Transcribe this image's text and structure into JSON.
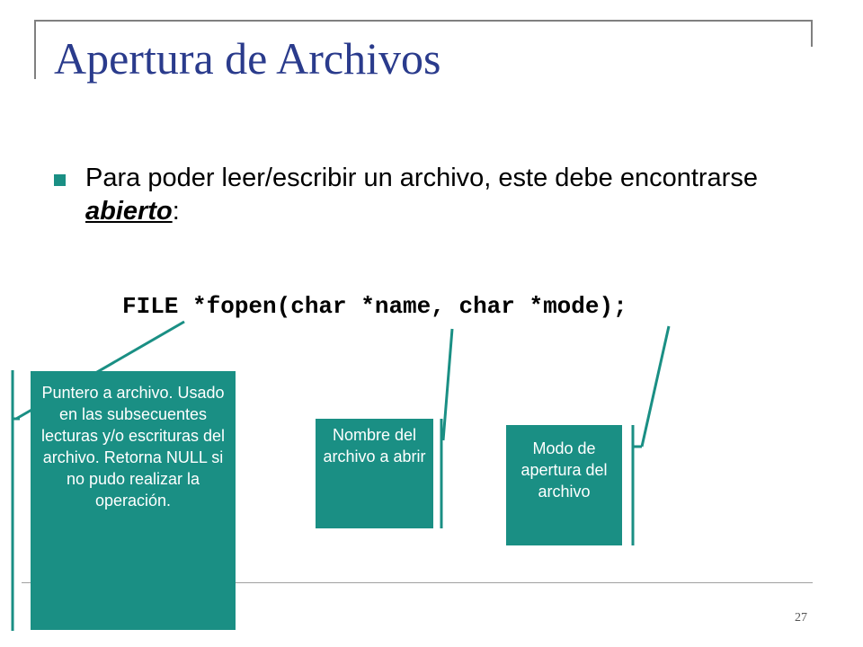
{
  "slide": {
    "title": "Apertura de Archivos",
    "bullet": {
      "text_before": "Para poder leer/escribir un archivo, este debe encontrarse ",
      "emphasis": "abierto",
      "text_after": ":"
    },
    "code": "FILE *fopen(char *name, char *mode);",
    "callouts": [
      {
        "text": "Puntero a archivo. Usado en las subsecuentes lecturas y/o escrituras del archivo. Retorna NULL si no pudo realizar la operación."
      },
      {
        "text": "Nombre del archivo a abrir"
      },
      {
        "text": "Modo de apertura del archivo"
      }
    ],
    "page_number": "27"
  },
  "colors": {
    "title": "#2a3b8c",
    "accent": "#1a8f84",
    "frame": "#808080"
  }
}
